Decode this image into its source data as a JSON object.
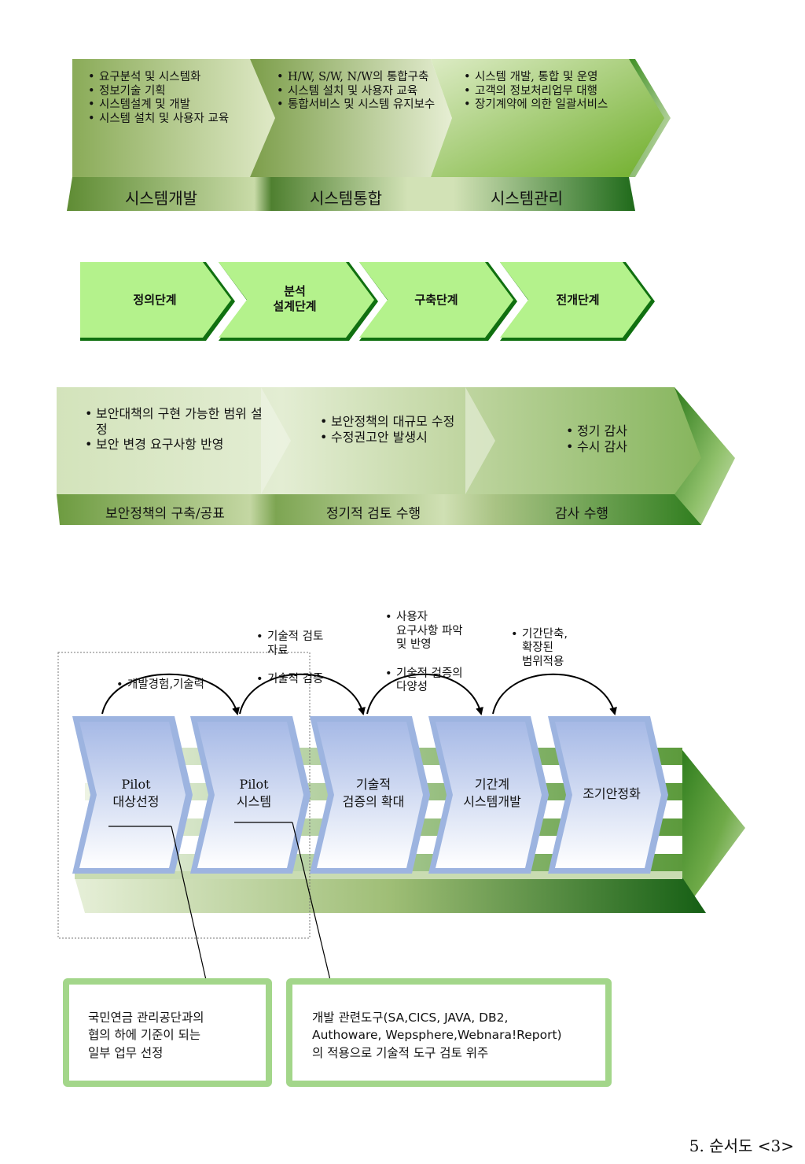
{
  "section1": {
    "columns": [
      {
        "items": [
          "요구분석 및 시스템화",
          "정보기술 기획",
          "시스템설계 및 개발",
          "시스템 설치 및 사용자 교육"
        ],
        "label": "시스템개발"
      },
      {
        "items": [
          "H/W, S/W, N/W의 통합구축",
          "시스템 설치 및 사용자 교육",
          "통합서비스 및 시스템 유지보수"
        ],
        "label": "시스템통합"
      },
      {
        "items": [
          "시스템 개발, 통합 및 운영",
          "고객의 정보처리업무 대행",
          "장기계약에 의한 일괄서비스"
        ],
        "label": "시스템관리"
      }
    ]
  },
  "section2": {
    "stages": [
      {
        "label": "정의단계"
      },
      {
        "label": "분석\n설계단계"
      },
      {
        "label": "구축단계"
      },
      {
        "label": "전개단계"
      }
    ]
  },
  "section3": {
    "columns": [
      {
        "items": [
          "보안대책의 구현 가능한 범위 설정",
          "보안 변경 요구사항 반영"
        ],
        "label": "보안정책의 구축/공표"
      },
      {
        "items": [
          "보안정책의 대규모 수정",
          "수정권고안 발생시"
        ],
        "label": "정기적 검토 수행"
      },
      {
        "items": [
          "정기 감사",
          "수시 감사"
        ],
        "label": "감사 수행"
      }
    ]
  },
  "section4": {
    "annotations": [
      {
        "items": [
          "개발경험,기술력"
        ]
      },
      {
        "items": [
          "기술적 검토\n자료",
          "기술적 검증"
        ]
      },
      {
        "items": [
          "사용자\n요구사항 파악\n및 반영",
          "기술적 검증의\n다양성"
        ]
      },
      {
        "items": [
          "기간단축,\n확장된\n범위적용"
        ]
      }
    ],
    "steps": [
      {
        "label": "Pilot\n대상선정"
      },
      {
        "label": "Pilot\n시스템"
      },
      {
        "label": "기술적\n검증의 확대"
      },
      {
        "label": "기간계\n시스템개발"
      },
      {
        "label": "조기안정화"
      }
    ],
    "notes": [
      {
        "text": "국민연금 관리공단과의\n협의 하에 기준이 되는\n일부 업무 선정"
      },
      {
        "text": "개발 관련도구(SA,CICS, JAVA, DB2,\nAuthoware, Wepsphere,Webnara!Report)\n의 적용으로  기술적 도구 검토 위주"
      }
    ]
  },
  "caption": "5. 순서도 <3>"
}
